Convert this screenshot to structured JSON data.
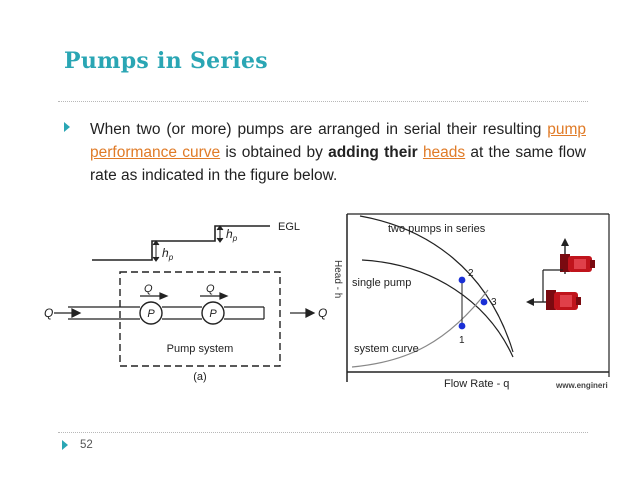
{
  "slide": {
    "title": "Pumps in Series",
    "bullet": {
      "part1": "When two (or more) pumps are arranged in serial their resulting ",
      "link1": "pump performance curve",
      "part2": " is obtained by ",
      "bold1": "adding their",
      "part3": " ",
      "link2": "heads",
      "part4": " at the same flow rate as indicated in the figure below."
    },
    "page_number": "52"
  },
  "figure_a": {
    "egl": "EGL",
    "hp_left": "h",
    "hp_right": "h",
    "hp_sub": "p",
    "q_in": "Q",
    "q_out": "Q",
    "q_top_1": "Q",
    "q_top_2": "Q",
    "pump_1": "P",
    "pump_2": "P",
    "system_label": "Pump system",
    "caption": "(a)"
  },
  "figure_b": {
    "series_label": "two pumps in series",
    "single_label": "single pump",
    "system_label": "system curve",
    "y_axis": "Head - h",
    "x_axis": "Flow Rate - q",
    "watermark": "www.engineri",
    "point_1": "1",
    "point_2": "2",
    "point_3": "3",
    "point_color": "#1a2fd6"
  },
  "colors": {
    "title": "#2aa6b4",
    "link": "#e07b27",
    "pump_red": "#c0141c"
  }
}
